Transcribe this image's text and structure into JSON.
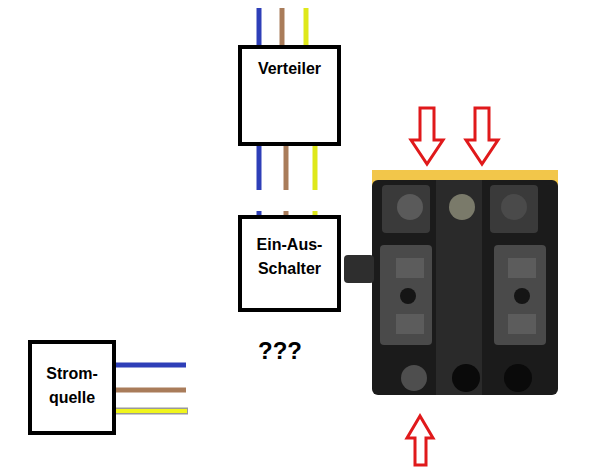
{
  "diagram": {
    "nodes": [
      {
        "text": [
          "Verteiler"
        ]
      },
      {
        "text": [
          "Ein-Aus- Schalter"
        ]
      },
      {
        "text": [
          "Strom- quelle"
        ]
      }
    ],
    "labels": [
      "???"
    ]
  }
}
